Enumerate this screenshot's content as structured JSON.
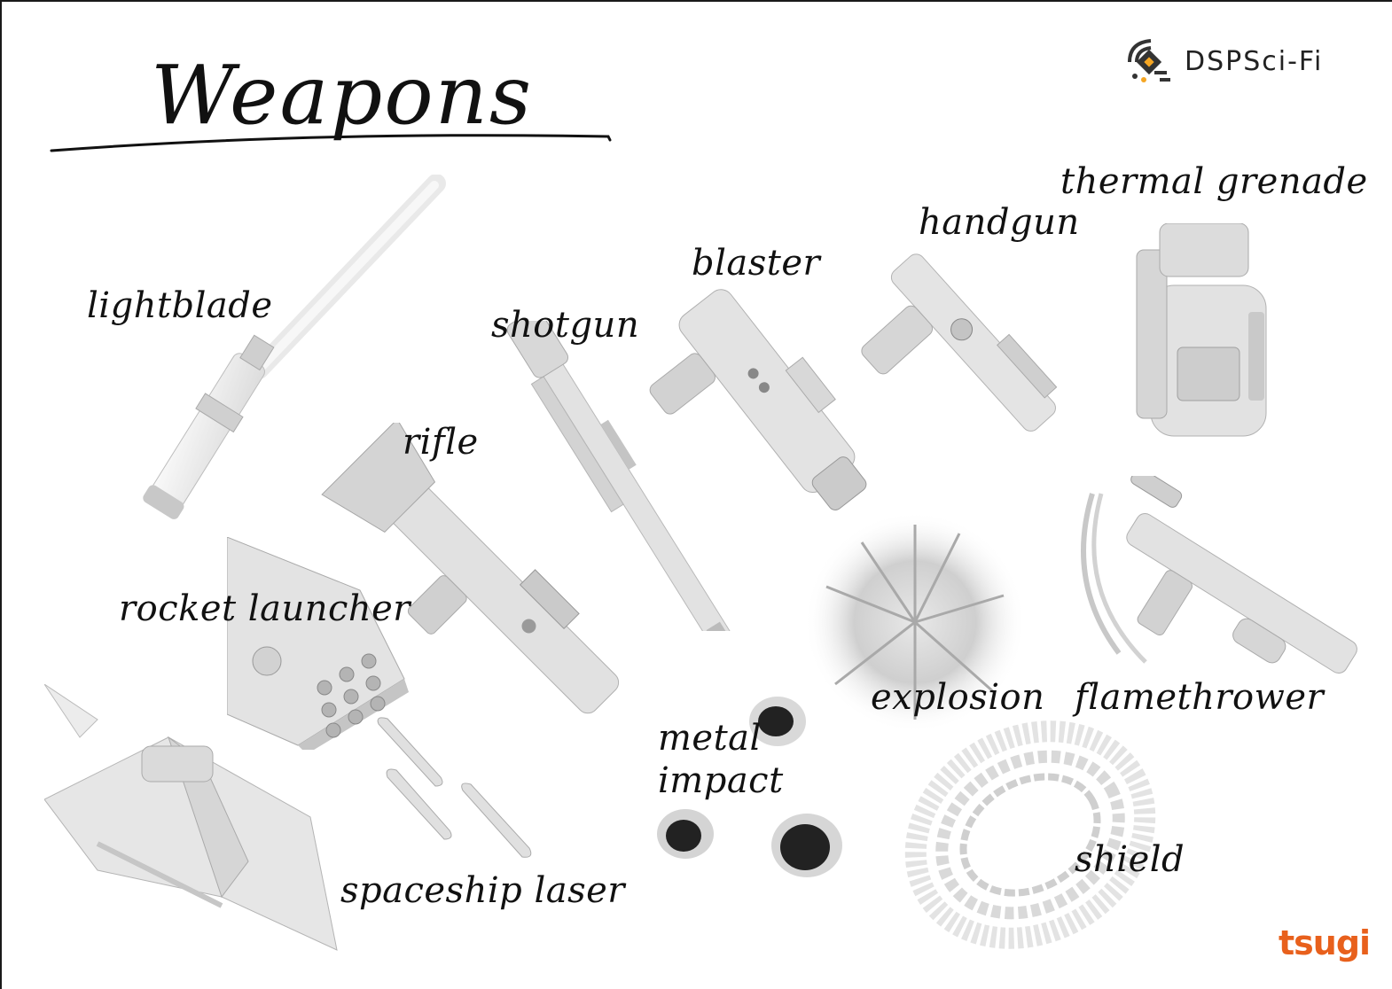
{
  "page": {
    "title": "Weapons",
    "brand": "DSPSci-Fi",
    "publisher": "tsugi"
  },
  "items": {
    "lightblade": "lightblade",
    "shotgun": "shotgun",
    "blaster": "blaster",
    "handgun": "handgun",
    "thermal_grenade": "thermal grenade",
    "rifle": "rifle",
    "rocket_launcher": "rocket launcher",
    "explosion": "explosion",
    "flamethrower": "flamethrower",
    "metal_impact_line1": "metal",
    "metal_impact_line2": "impact",
    "shield": "shield",
    "spaceship_laser": "spaceship laser"
  },
  "colors": {
    "ink": "#111111",
    "render_light": "#f0f0f0",
    "render_mid": "#d4d4d4",
    "render_dark": "#9a9a9a",
    "hole": "#222222",
    "brand_accent": "#f5a623",
    "publisher_orange": "#e8601c"
  }
}
